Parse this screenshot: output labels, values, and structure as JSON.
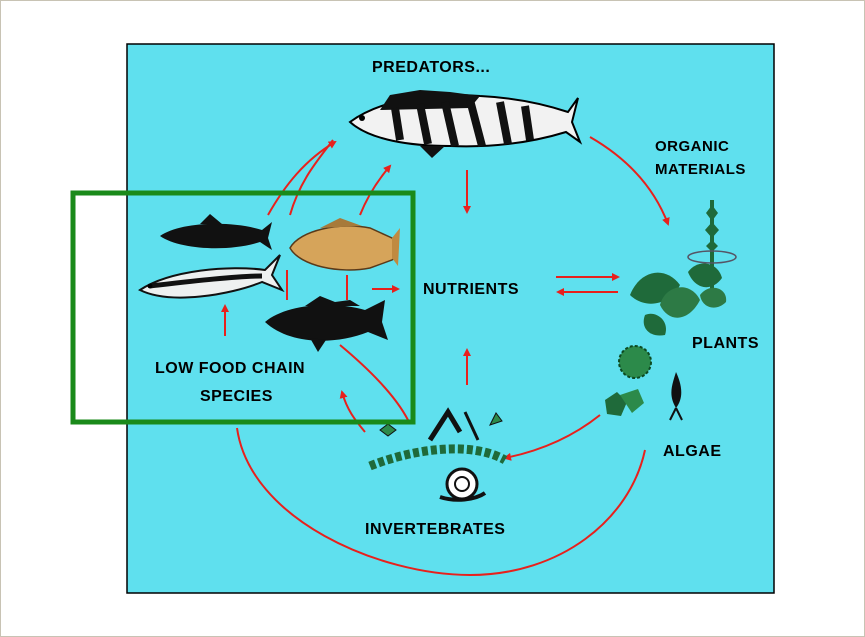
{
  "labels": {
    "predators": "PREDATORS...",
    "organic_line1": "ORGANIC",
    "organic_line2": "MATERIALS",
    "nutrients": "NUTRIENTS",
    "plants": "PLANTS",
    "algae": "ALGAE",
    "invertebrates": "INVERTEBRATES",
    "low_line1": "LOW FOOD CHAIN",
    "low_line2": "SPECIES"
  },
  "colors": {
    "water": "#5fe0ee",
    "arrow": "#e8201c",
    "highlight_box": "#1a8a1a",
    "plant": "#1f6a3a",
    "algae_green": "#2c8a4a",
    "border": "#000000"
  },
  "icons": [
    "predator-fish-icon",
    "herring-icon",
    "smelt-icon",
    "carp-icon",
    "perch-icon",
    "plant-icon",
    "algae-icon",
    "invertebrate-icon",
    "snail-icon"
  ]
}
